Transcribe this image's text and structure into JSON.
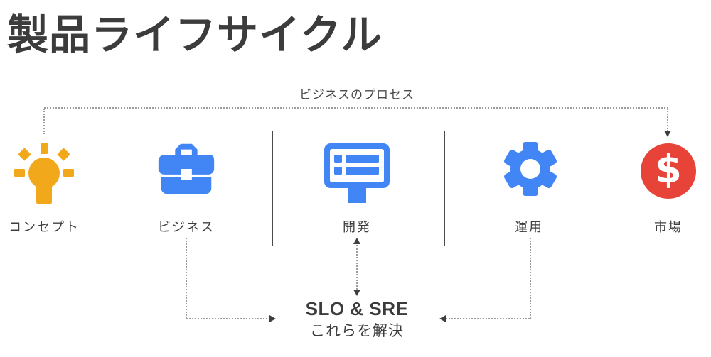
{
  "title": "製品ライフサイクル",
  "flow": {
    "top_label": "ビジネスのプロセス"
  },
  "stages": [
    {
      "label": "コンセプト",
      "icon": "lightbulb-icon",
      "color": "#F2A81B"
    },
    {
      "label": "ビジネス",
      "icon": "briefcase-icon",
      "color": "#4285F4"
    },
    {
      "label": "開発",
      "icon": "monitor-icon",
      "color": "#4285F4"
    },
    {
      "label": "運用",
      "icon": "gear-icon",
      "color": "#4285F4"
    },
    {
      "label": "市場",
      "icon": "dollar-icon",
      "color": "#E74338",
      "symbol": "$"
    }
  ],
  "callout": {
    "title": "SLO & SRE",
    "subtitle": "これらを解決"
  },
  "colors": {
    "blue": "#4285F4",
    "yellow": "#F2A81B",
    "red": "#E74338",
    "ink": "#3C3C3C",
    "dotted_line": "#9C9C9C",
    "arrow": "#3F3F3F"
  }
}
